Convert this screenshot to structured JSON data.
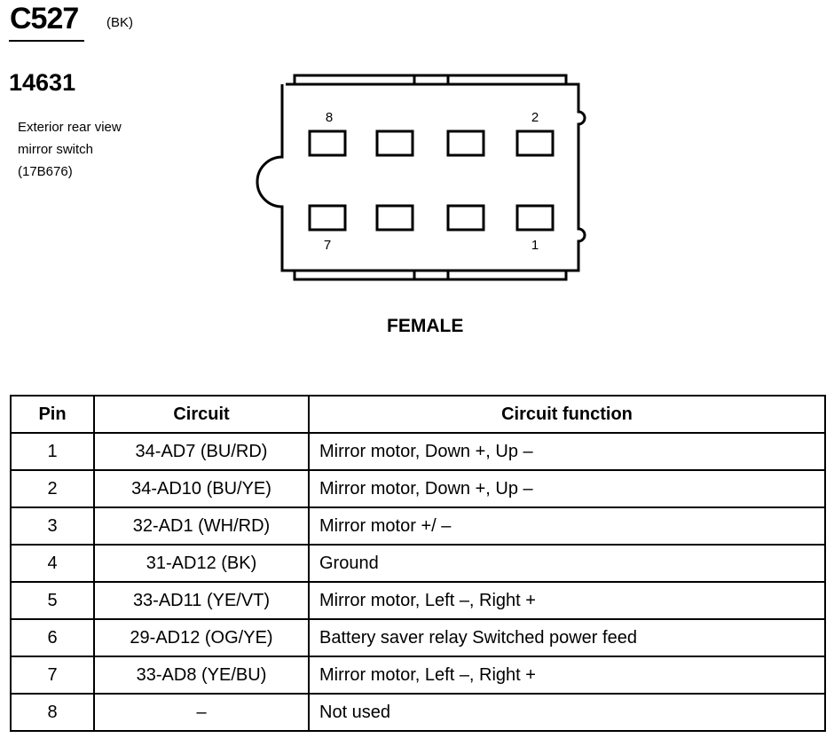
{
  "connector": {
    "id": "C527",
    "color_code": "(BK)",
    "part_number": "14631",
    "description_lines": [
      "Exterior rear view",
      "mirror switch",
      "(17B676)"
    ],
    "gender": "FEMALE",
    "pin_labels": [
      "8",
      "2",
      "7",
      "1"
    ]
  },
  "table": {
    "headers": [
      "Pin",
      "Circuit",
      "Circuit function"
    ],
    "rows": [
      {
        "pin": "1",
        "circuit": "34-AD7 (BU/RD)",
        "function": "Mirror motor, Down +, Up –"
      },
      {
        "pin": "2",
        "circuit": "34-AD10 (BU/YE)",
        "function": "Mirror motor, Down +, Up –"
      },
      {
        "pin": "3",
        "circuit": "32-AD1 (WH/RD)",
        "function": "Mirror motor +/ –"
      },
      {
        "pin": "4",
        "circuit": "31-AD12 (BK)",
        "function": "Ground"
      },
      {
        "pin": "5",
        "circuit": "33-AD11 (YE/VT)",
        "function": "Mirror motor, Left –, Right +"
      },
      {
        "pin": "6",
        "circuit": "29-AD12 (OG/YE)",
        "function": "Battery saver relay Switched power feed"
      },
      {
        "pin": "7",
        "circuit": "33-AD8 (YE/BU)",
        "function": "Mirror motor, Left –, Right +"
      },
      {
        "pin": "8",
        "circuit": "–",
        "function": "Not used"
      }
    ]
  }
}
